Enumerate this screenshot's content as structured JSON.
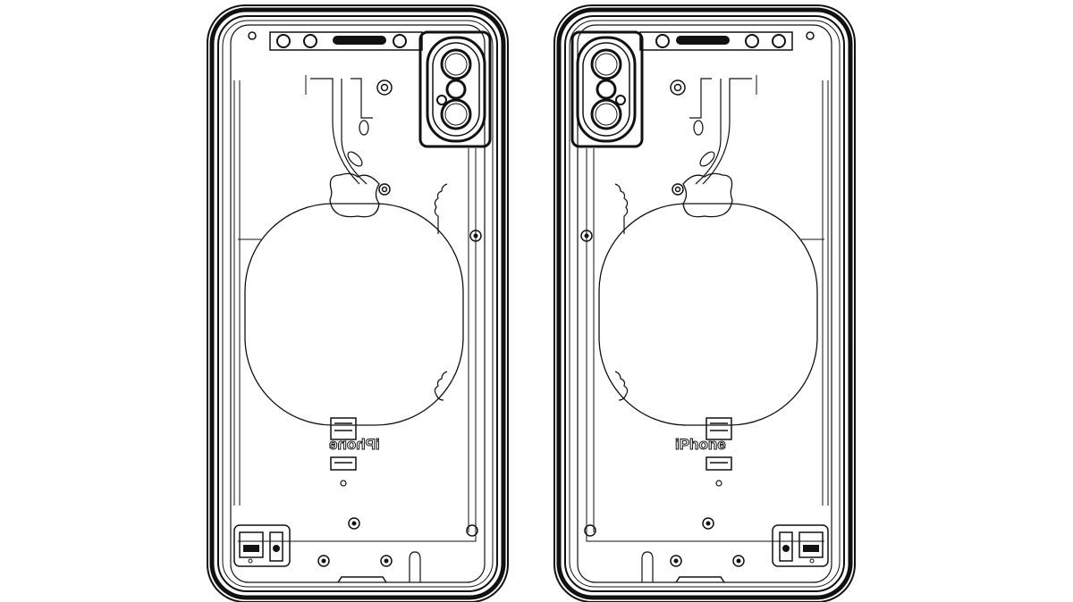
{
  "diagram": {
    "subject": "Two smartphone rear-housing schematic line drawings",
    "colors": {
      "background": "#ffffff",
      "line": "#111111"
    },
    "left_phone": {
      "label": "iPhone",
      "label_mirrored": true,
      "camera_position": "top-right",
      "features": [
        "dual-camera-module",
        "flash",
        "logo",
        "wireless-charging-coil",
        "flex-cable",
        "sim-tray-bracket",
        "bottom-connector"
      ]
    },
    "right_phone": {
      "label": "iPhone",
      "label_mirrored": false,
      "camera_position": "top-left",
      "features": [
        "dual-camera-module",
        "flash",
        "logo",
        "wireless-charging-coil",
        "flex-cable",
        "sim-tray-bracket",
        "bottom-connector"
      ]
    }
  }
}
